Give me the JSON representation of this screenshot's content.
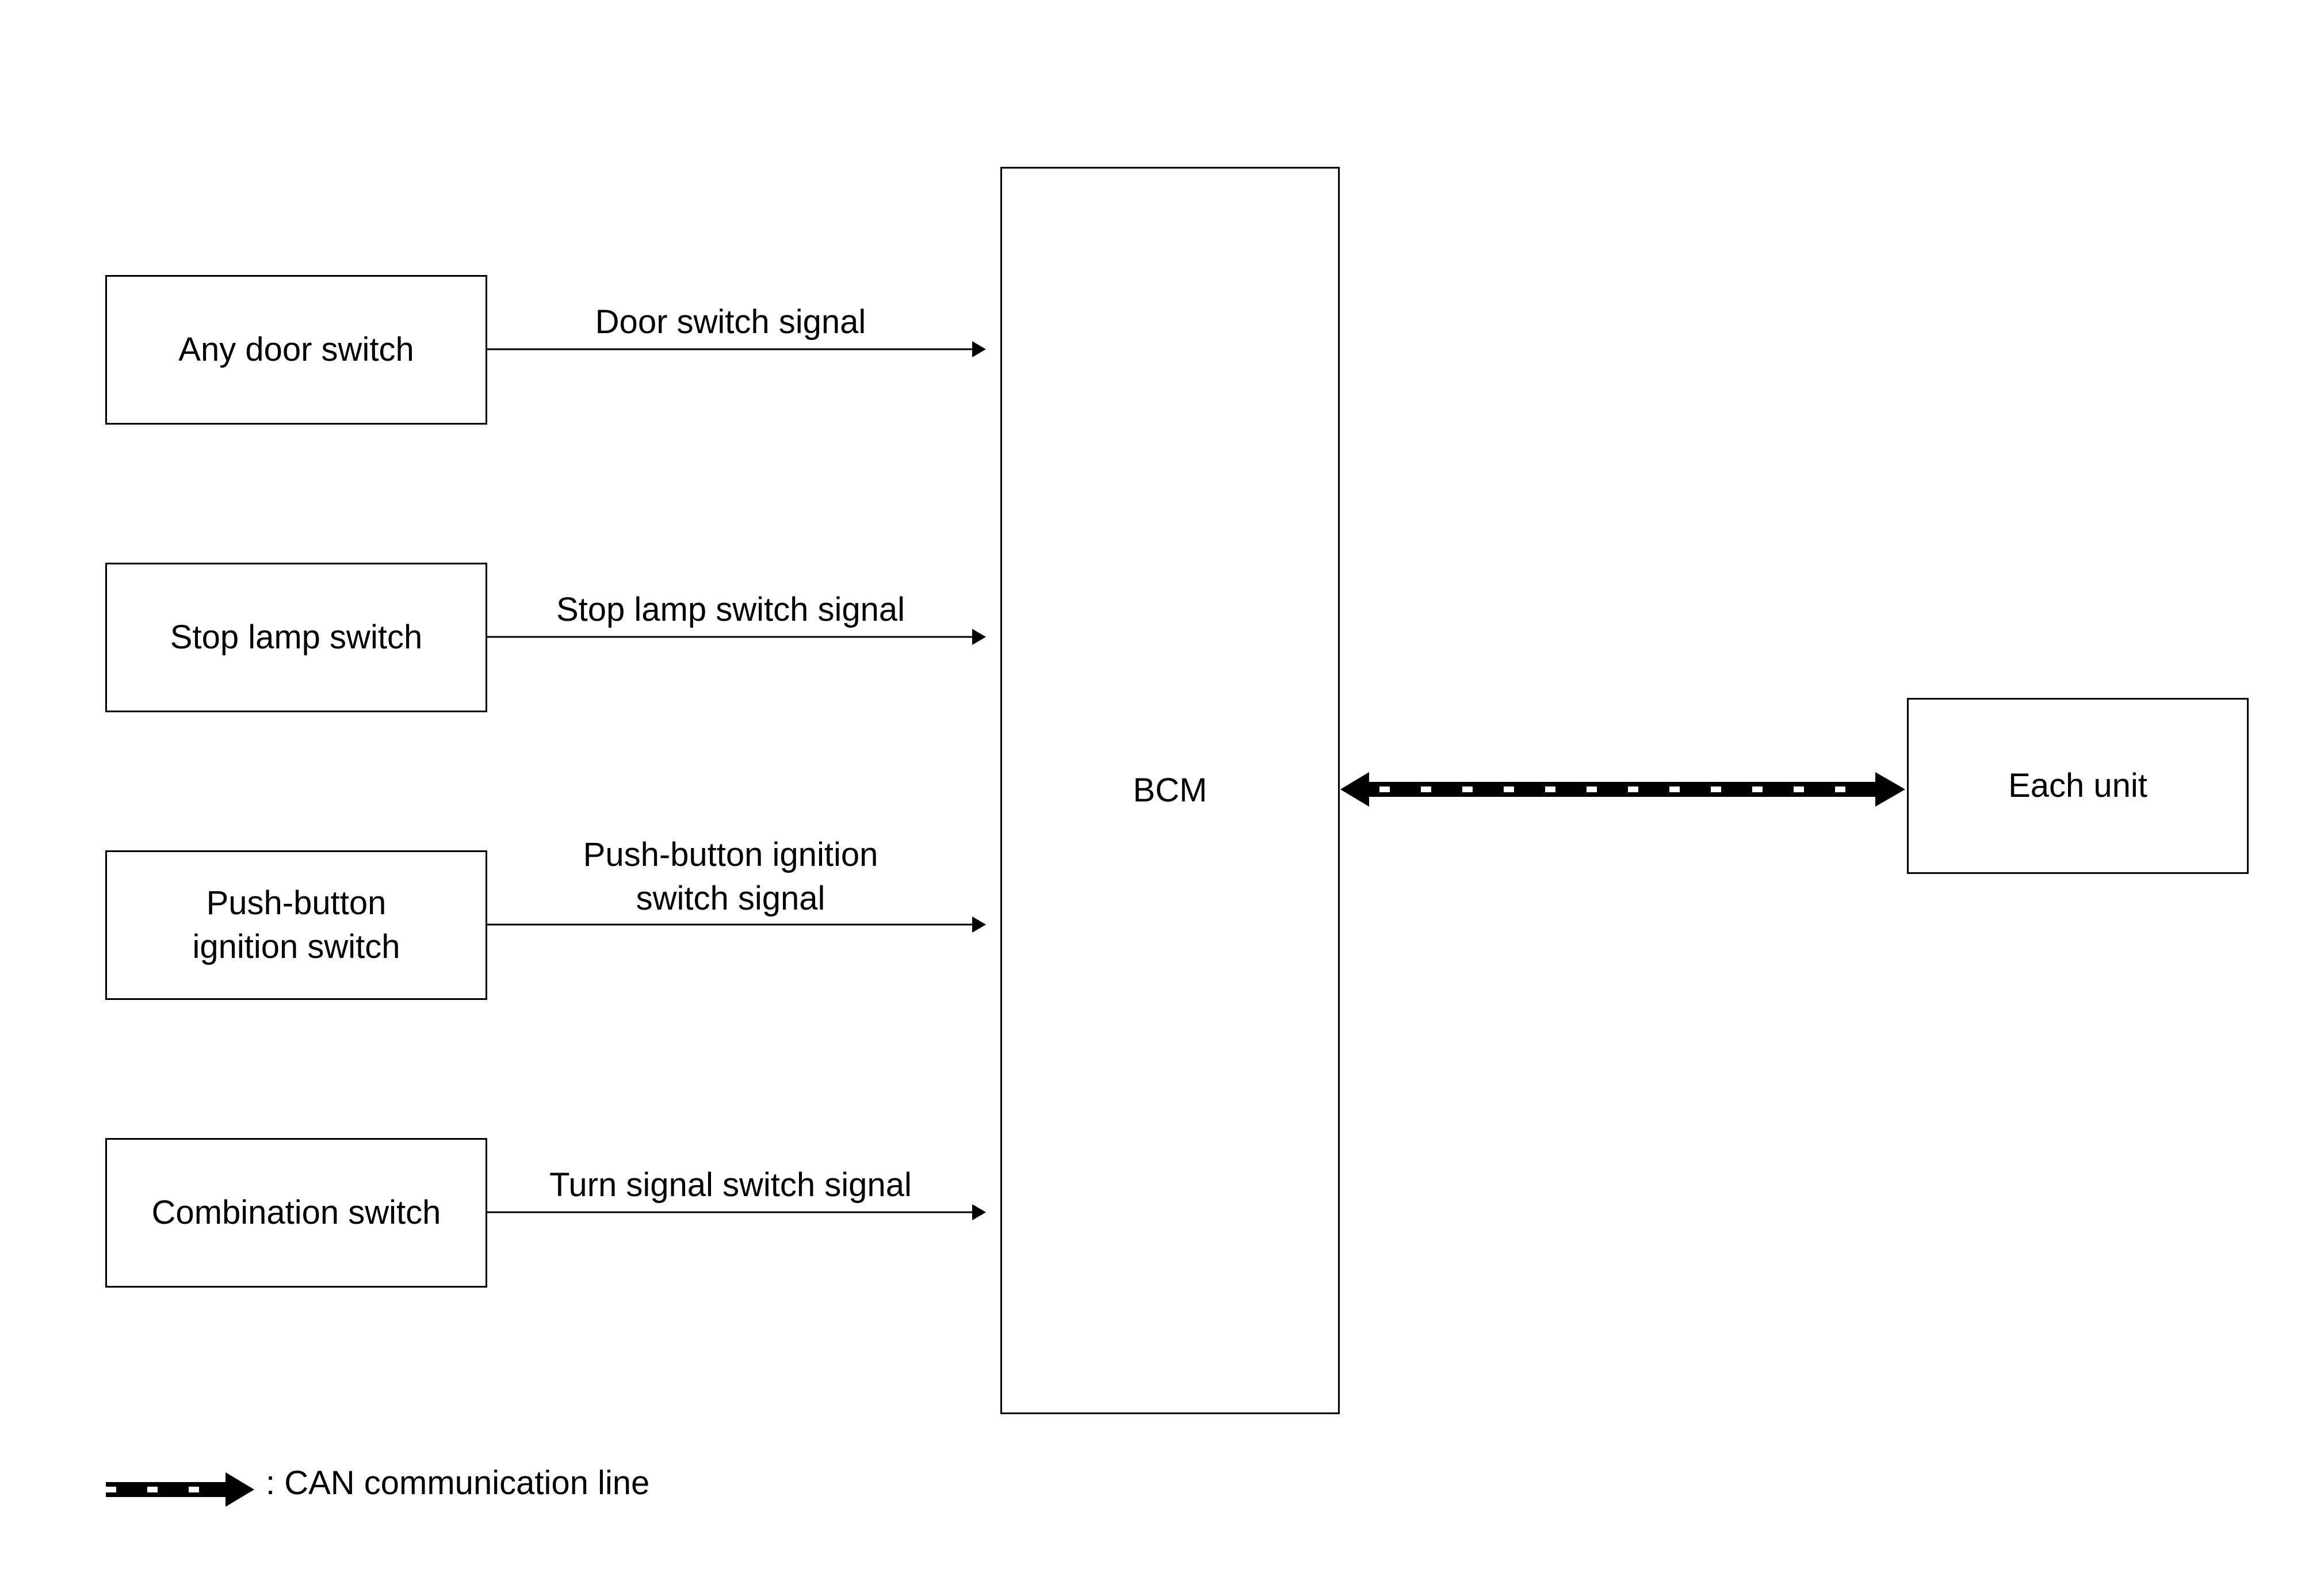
{
  "inputs": [
    {
      "box_label": "Any door switch",
      "signal_label": "Door switch signal"
    },
    {
      "box_label": "Stop lamp switch",
      "signal_label": "Stop lamp switch signal"
    },
    {
      "box_label_lines": [
        "Push-button",
        "ignition switch"
      ],
      "signal_label_lines": [
        "Push-button ignition",
        "switch signal"
      ]
    },
    {
      "box_label": "Combination switch",
      "signal_label": "Turn signal switch signal"
    }
  ],
  "bcm": {
    "label": "BCM"
  },
  "unit": {
    "label": "Each unit"
  },
  "legend": {
    "text": ": CAN communication line"
  },
  "colors": {
    "line": "#000000",
    "background": "#ffffff"
  }
}
